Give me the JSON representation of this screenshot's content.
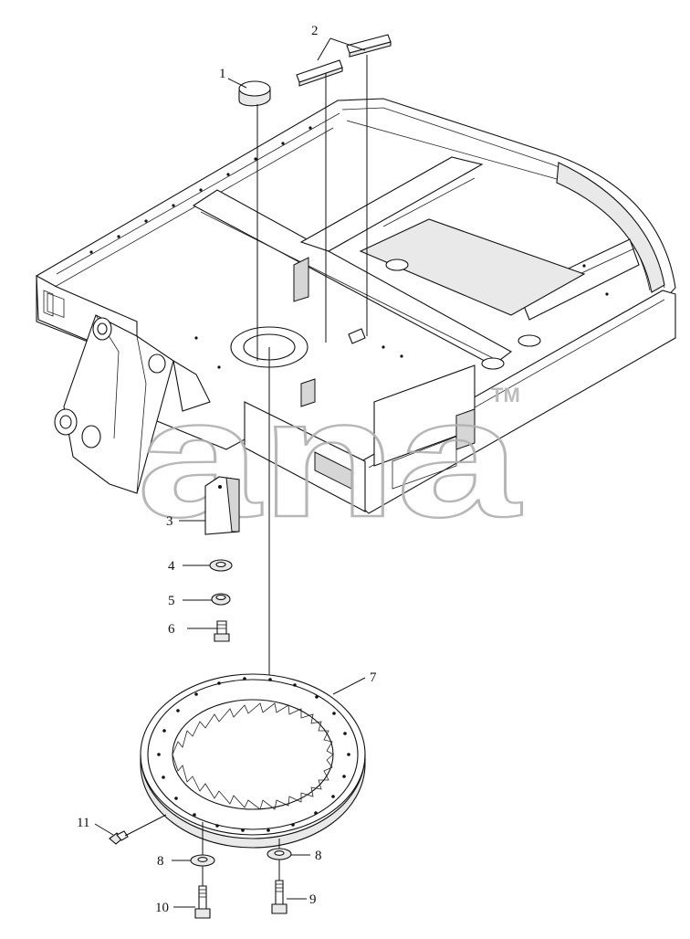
{
  "diagram": {
    "callouts": [
      {
        "id": "c1",
        "text": "1"
      },
      {
        "id": "c2",
        "text": "2"
      },
      {
        "id": "c3",
        "text": "3"
      },
      {
        "id": "c4",
        "text": "4"
      },
      {
        "id": "c5",
        "text": "5"
      },
      {
        "id": "c6",
        "text": "6"
      },
      {
        "id": "c7",
        "text": "7"
      },
      {
        "id": "c8a",
        "text": "8"
      },
      {
        "id": "c8b",
        "text": "8"
      },
      {
        "id": "c9",
        "text": "9"
      },
      {
        "id": "c10",
        "text": "10"
      },
      {
        "id": "c11",
        "text": "11"
      }
    ],
    "watermark": {
      "text": "ana",
      "tm": "TM"
    }
  }
}
